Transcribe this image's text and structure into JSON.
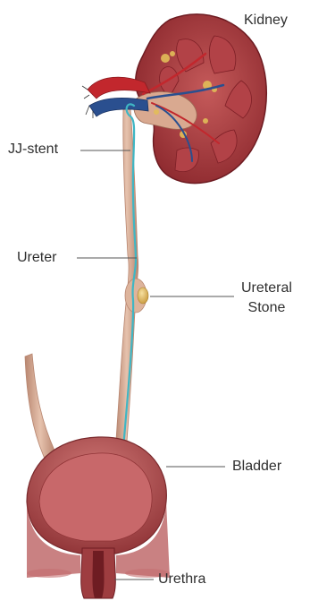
{
  "labels": {
    "kidney": "Kidney",
    "jj_stent": "JJ-stent",
    "ureter": "Ureter",
    "ureteral_stone_line1": "Ureteral",
    "ureteral_stone_line2": "Stone",
    "bladder": "Bladder",
    "urethra": "Urethra"
  },
  "colors": {
    "kidney": "#a8383b",
    "kidney_dark": "#7d1f26",
    "artery": "#c2272d",
    "vein": "#2a4f8f",
    "ureter": "#d8ad95",
    "ureter_edge": "#b88670",
    "stent": "#3fb6c4",
    "stone": "#e8c36a",
    "bladder": "#b24b4d",
    "bladder_inner": "#c8686a",
    "leader_line": "#555555"
  }
}
